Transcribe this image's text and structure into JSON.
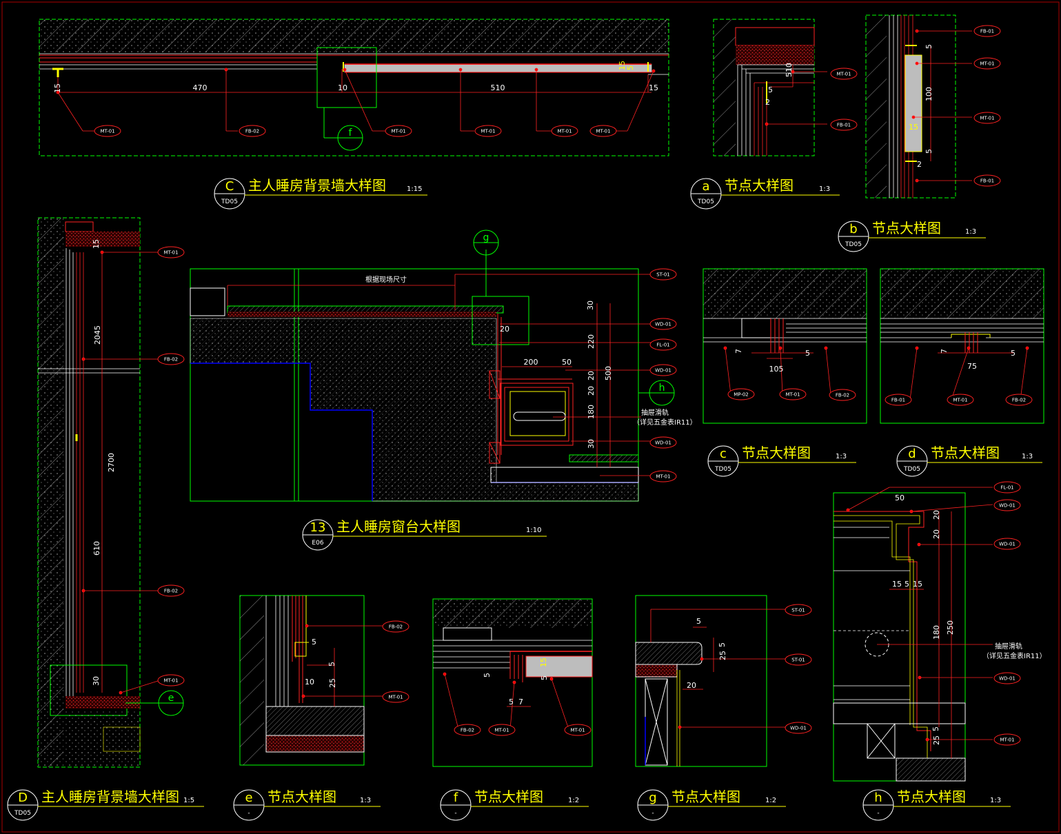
{
  "titles": {
    "C": {
      "letter": "C",
      "sub": "TD05",
      "text": "主人睡房背景墙大样图",
      "scale": "1:15"
    },
    "a": {
      "letter": "a",
      "sub": "TD05",
      "text": "节点大样图",
      "scale": "1:3"
    },
    "b": {
      "letter": "b",
      "sub": "TD05",
      "text": "节点大样图",
      "scale": "1:3"
    },
    "13": {
      "letter": "13",
      "sub": "E06",
      "text": "主人睡房窗台大样图",
      "scale": "1:10"
    },
    "c": {
      "letter": "c",
      "sub": "TD05",
      "text": "节点大样图",
      "scale": "1:3"
    },
    "d": {
      "letter": "d",
      "sub": "TD05",
      "text": "节点大样图",
      "scale": "1:3"
    },
    "D": {
      "letter": "D",
      "sub": "TD05",
      "text": "主人睡房背景墙大样图",
      "scale": "1:5"
    },
    "e": {
      "letter": "e",
      "sub": "-",
      "text": "节点大样图",
      "scale": "1:3"
    },
    "f": {
      "letter": "f",
      "sub": "-",
      "text": "节点大样图",
      "scale": "1:2"
    },
    "g": {
      "letter": "g",
      "sub": "-",
      "text": "节点大样图",
      "scale": "1:2"
    },
    "h": {
      "letter": "h",
      "sub": "-",
      "text": "节点大样图",
      "scale": "1:3"
    }
  },
  "markers": {
    "f": "f",
    "g": "g",
    "h": "h",
    "e": "e"
  },
  "tags": {
    "MT01": "MT-01",
    "FB02": "FB-02",
    "FB01": "FB-01",
    "MP02": "MP-02",
    "ST01": "ST-01",
    "WD01": "WD-01",
    "FL01": "FL-01"
  },
  "notes": {
    "site_measure": "根据现场尺寸",
    "drawer_rail": "抽屉滑轨",
    "drawer_rail_ref": "（详见五金表IR11）",
    "drawer_rail_h": "抽屉滑轨",
    "drawer_rail_ref_h": "（详见五金表IR11）"
  },
  "dims": {
    "C": [
      "470",
      "510",
      "10",
      "15",
      "15",
      "5",
      "15"
    ],
    "a": [
      "510",
      "5",
      "2"
    ],
    "b": [
      "5",
      "100",
      "15",
      "5",
      "2"
    ],
    "D": [
      "15",
      "2045",
      "2700",
      "610",
      "30"
    ],
    "s13": [
      "30",
      "220",
      "500",
      "20",
      "200",
      "50",
      "20",
      "20",
      "180",
      "30"
    ],
    "c": [
      "7",
      "105",
      "5"
    ],
    "d": [
      "7",
      "75",
      "5"
    ],
    "e": [
      "5",
      "5",
      "10",
      "25"
    ],
    "f": [
      "15",
      "5",
      "5",
      "5",
      "7"
    ],
    "g": [
      "5",
      "5",
      "25",
      "20"
    ],
    "h": [
      "50",
      "20",
      "20",
      "15",
      "5",
      "15",
      "180",
      "250",
      "5",
      "25"
    ]
  }
}
